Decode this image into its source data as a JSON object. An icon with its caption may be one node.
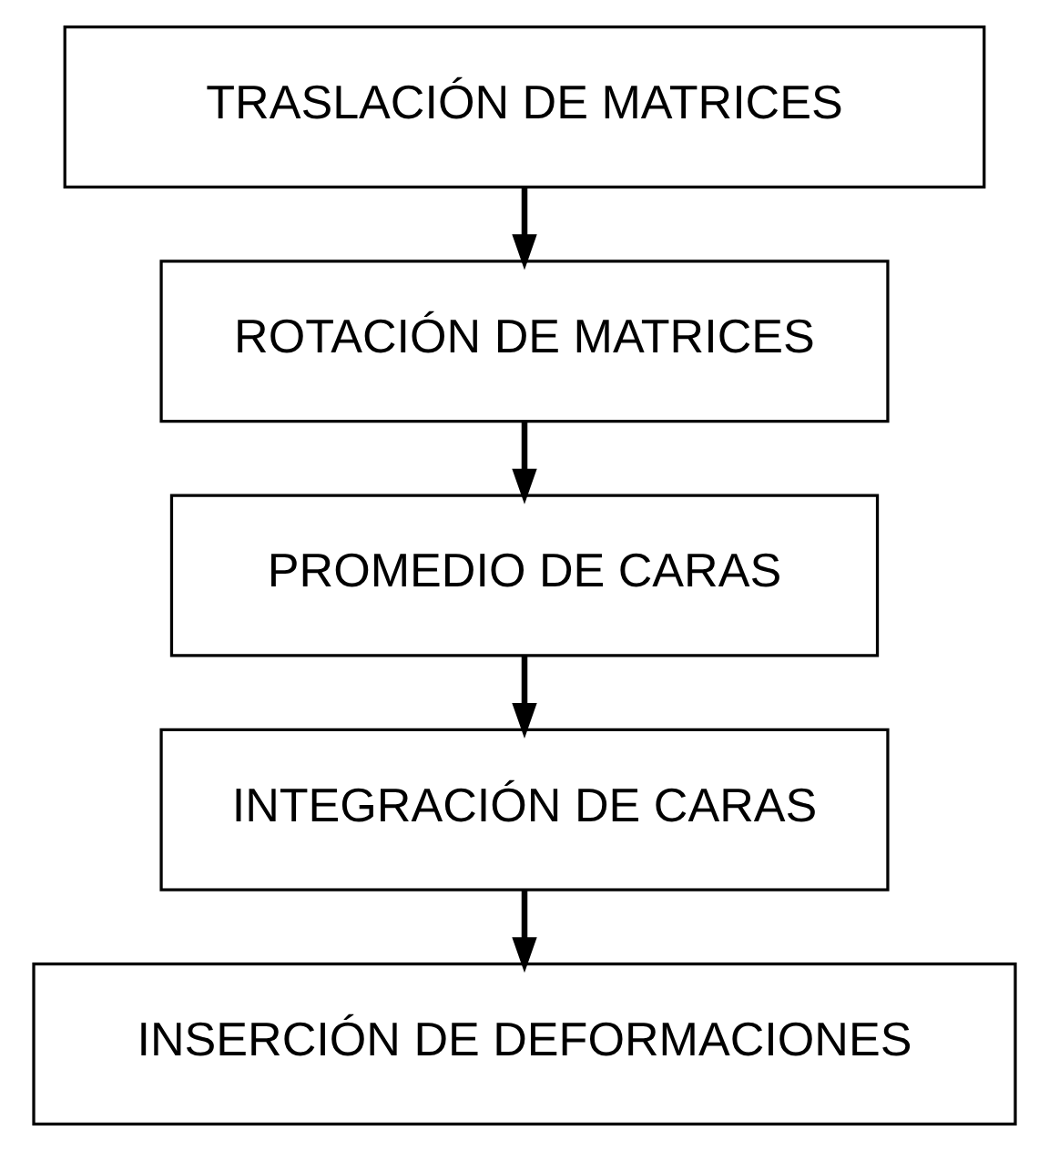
{
  "diagram": {
    "nodes": [
      {
        "text": [
          "TRASLACIÓN DE MATRICES"
        ]
      },
      {
        "text": [
          "ROTACIÓN DE MATRICES"
        ]
      },
      {
        "text": [
          "PROMEDIO DE CARAS"
        ]
      },
      {
        "text": [
          "INTEGRACIÓN DE CARAS"
        ]
      },
      {
        "text": [
          "INSERCIÓN DE DEFORMACIONES"
        ]
      }
    ],
    "edges": [
      {
        "from": 0,
        "to": 1,
        "arrow": "to"
      },
      {
        "from": 1,
        "to": 2,
        "arrow": "to"
      },
      {
        "from": 2,
        "to": 3,
        "arrow": "to"
      },
      {
        "from": 3,
        "to": 4,
        "arrow": "to"
      }
    ]
  }
}
